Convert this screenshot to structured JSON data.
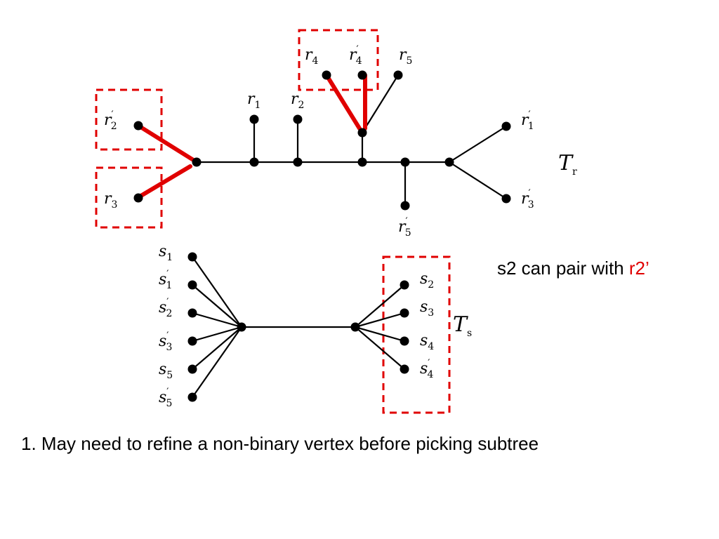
{
  "colors": {
    "edge": "#000000",
    "highlight": "#e00000",
    "box": "#e00000",
    "text": "#000000"
  },
  "tree_r": {
    "name": {
      "base": "T",
      "sub": "r"
    },
    "labels": {
      "r1": {
        "base": "r",
        "sub": "1",
        "prime": ""
      },
      "r2": {
        "base": "r",
        "sub": "2",
        "prime": ""
      },
      "r2p": {
        "base": "r",
        "sub": "2",
        "prime": "′"
      },
      "r3": {
        "base": "r",
        "sub": "3",
        "prime": ""
      },
      "r3p": {
        "base": "r",
        "sub": "3",
        "prime": "′"
      },
      "r1p": {
        "base": "r",
        "sub": "1",
        "prime": "′"
      },
      "r4": {
        "base": "r",
        "sub": "4",
        "prime": ""
      },
      "r4p": {
        "base": "r",
        "sub": "4",
        "prime": "′"
      },
      "r5": {
        "base": "r",
        "sub": "5",
        "prime": ""
      },
      "r5p": {
        "base": "r",
        "sub": "5",
        "prime": "′"
      }
    }
  },
  "tree_s": {
    "name": {
      "base": "T",
      "sub": "s"
    },
    "labels": {
      "s1": {
        "base": "s",
        "sub": "1",
        "prime": ""
      },
      "s1p": {
        "base": "s",
        "sub": "1",
        "prime": "′"
      },
      "s2p": {
        "base": "s",
        "sub": "2",
        "prime": "′"
      },
      "s3p": {
        "base": "s",
        "sub": "3",
        "prime": "′"
      },
      "s5": {
        "base": "s",
        "sub": "5",
        "prime": ""
      },
      "s5p": {
        "base": "s",
        "sub": "5",
        "prime": "′"
      },
      "s2": {
        "base": "s",
        "sub": "2",
        "prime": ""
      },
      "s3": {
        "base": "s",
        "sub": "3",
        "prime": ""
      },
      "s4": {
        "base": "s",
        "sub": "4",
        "prime": ""
      },
      "s4p": {
        "base": "s",
        "sub": "4",
        "prime": "′"
      }
    }
  },
  "pair_note": {
    "prefix": "s2 can pair with ",
    "highlight": "r2’"
  },
  "caption": "1. May need to refine a non-binary vertex before picking subtree"
}
